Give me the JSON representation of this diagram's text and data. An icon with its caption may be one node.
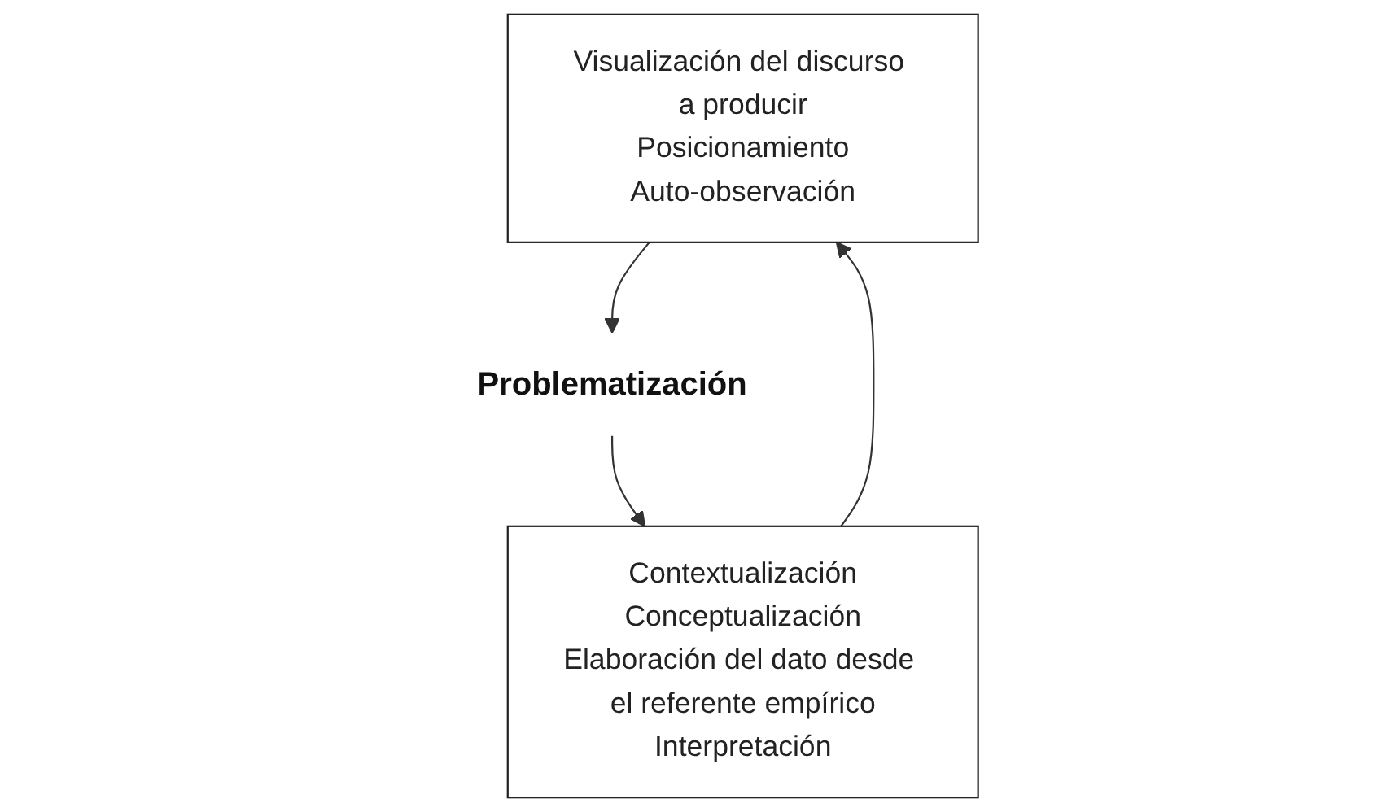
{
  "diagram": {
    "nodes": [
      {
        "text": [
          "Visualización del discurso a producir",
          "Posicionamiento",
          "Auto-observación"
        ]
      },
      {
        "text": [
          "Problematización"
        ]
      },
      {
        "text": [
          "Contextualización",
          "Conceptualización",
          "Elaboración del dato desde el referente empírico",
          "Interpretación"
        ]
      }
    ],
    "edges": [
      {
        "from": 0,
        "to": 1,
        "arrow": "to"
      },
      {
        "from": 1,
        "to": 2,
        "arrow": "to"
      },
      {
        "from": 2,
        "to": 0,
        "arrow": "to"
      }
    ]
  }
}
